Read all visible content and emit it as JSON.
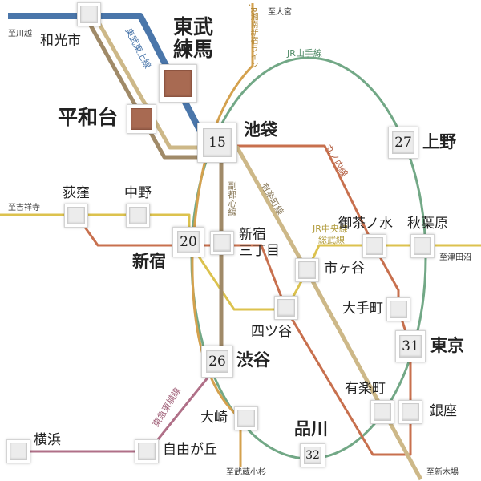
{
  "colors": {
    "tobu": "#4a76aa",
    "fukutoshin": "#a08a68",
    "yurakucho": "#cdb888",
    "yamanote": "#72a886",
    "saikyo": "#d4a14e",
    "marunouchi": "#c8704e",
    "chuo": "#dcc24e",
    "toyoko": "#b07088",
    "home": "#a86a52"
  },
  "lines": {
    "tobu_tojo": "東武東上線",
    "jr_shonan": "JR湘南新宿ライン",
    "jr_yamanote": "JR山手線",
    "marunouchi": "丸ノ内線",
    "yurakucho": "有楽町線",
    "fukutoshin": "副都心線",
    "jr_chuo_1": "JR中央線",
    "jr_chuo_2": "総武線",
    "toyoko": "東急東横線"
  },
  "directions": {
    "kawagoe": "至川越",
    "omiya": "至大宮",
    "kichijoji": "至吉祥寺",
    "tsudanuma": "至津田沼",
    "musashikosugi": "至武蔵小杉",
    "shinkiba": "至新木場"
  },
  "stations": {
    "wakoshi": {
      "name": "和光市"
    },
    "tobu_nerima": {
      "name1": "東武",
      "name2": "練馬"
    },
    "heiwadai": {
      "name": "平和台"
    },
    "ikebukuro": {
      "name": "池袋",
      "minutes": "15"
    },
    "ueno": {
      "name": "上野",
      "minutes": "27"
    },
    "ogikubo": {
      "name": "荻窪"
    },
    "nakano": {
      "name": "中野"
    },
    "shinjuku": {
      "name": "新宿",
      "minutes": "20"
    },
    "shinjuku_sanchome": {
      "name1": "新宿",
      "name2": "三丁目"
    },
    "ichigaya": {
      "name": "市ヶ谷"
    },
    "yotsuya": {
      "name": "四ツ谷"
    },
    "ochanomizu": {
      "name": "御茶ノ水"
    },
    "akihabara": {
      "name": "秋葉原"
    },
    "otemachi": {
      "name": "大手町"
    },
    "tokyo": {
      "name": "東京",
      "minutes": "31"
    },
    "shibuya": {
      "name": "渋谷",
      "minutes": "26"
    },
    "yurakucho": {
      "name": "有楽町"
    },
    "ginza": {
      "name": "銀座"
    },
    "osaki": {
      "name": "大崎"
    },
    "shinagawa": {
      "name": "品川",
      "minutes": "32"
    },
    "jiyugaoka": {
      "name": "自由が丘"
    },
    "yokohama": {
      "name": "横浜"
    }
  }
}
